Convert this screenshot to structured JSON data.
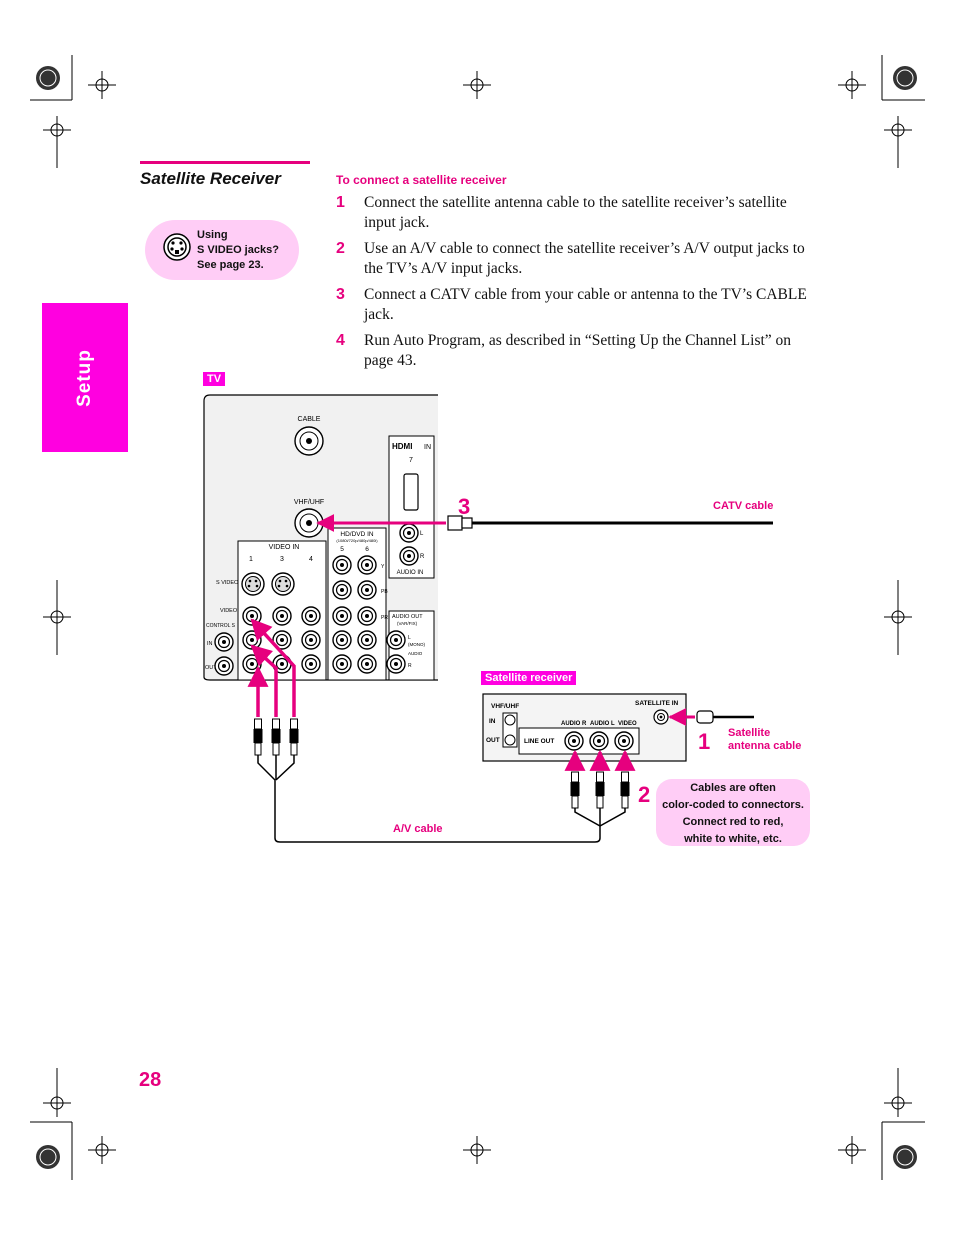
{
  "section": {
    "title": "Satellite Receiver"
  },
  "subheading": "To connect a satellite receiver",
  "steps": [
    {
      "num": "1",
      "text": "Connect the satellite antenna cable to the satellite receiver’s satellite input jack."
    },
    {
      "num": "2",
      "text": "Use an A/V cable to connect the satellite receiver’s A/V output jacks to the TV’s A/V input jacks."
    },
    {
      "num": "3",
      "text": "Connect a CATV cable from your cable or antenna to the TV’s CABLE jack."
    },
    {
      "num": "4",
      "text": "Run Auto Program, as described in “Setting Up the Channel List” on page 43."
    }
  ],
  "tip": {
    "line1": "Using",
    "line2": "S VIDEO jacks?",
    "line3": "See page 23."
  },
  "side_tab": "Setup",
  "page_number": "28",
  "diagram": {
    "tv_label": "TV",
    "catv_cable": "CATV cable",
    "satellite_receiver": "Satellite receiver",
    "satellite_antenna_cable": "Satellite antenna cable",
    "av_cable": "A/V cable",
    "callouts": [
      "3",
      "1",
      "2"
    ],
    "tv_panel": {
      "cable": "CABLE",
      "vhf_uhf": "VHF/UHF",
      "hdmi": "HDMI",
      "in": "IN",
      "seven": "7",
      "hd_dvd_in": "HD/DVD IN",
      "hd_res": "(1080i/720p/480p/480i)",
      "video_in": "VIDEO IN",
      "col1": "1",
      "col3": "3",
      "col4": "4",
      "col5": "5",
      "col6": "6",
      "s_video": "S VIDEO",
      "video": "VIDEO",
      "control_s": "CONTROL S",
      "cs_in": "IN",
      "cs_out": "OUT",
      "y": "Y",
      "pb": "PB",
      "pr": "PR",
      "l": "L",
      "r": "R",
      "audio_in": "AUDIO IN",
      "audio_out": "AUDIO OUT",
      "var_fix": "(VAR/FIX)",
      "mono": "(MONO)",
      "audio": "AUDIO",
      "l2": "L",
      "r2": "R"
    },
    "receiver_panel": {
      "satellite_in": "SATELLITE IN",
      "vhf_uhf": "VHF/UHF",
      "in": "IN",
      "out": "OUT",
      "line_out": "LINE OUT",
      "audio_r": "AUDIO R",
      "audio_l": "AUDIO L",
      "video": "VIDEO"
    }
  },
  "note": {
    "line1": "Cables are often",
    "line2": "color-coded to connectors.",
    "line3": "Connect red to red,",
    "line4": "white to white, etc."
  },
  "colors": {
    "accent": "#e6007e",
    "tab": "#ff00e0",
    "bubble": "#ffcdf6"
  }
}
